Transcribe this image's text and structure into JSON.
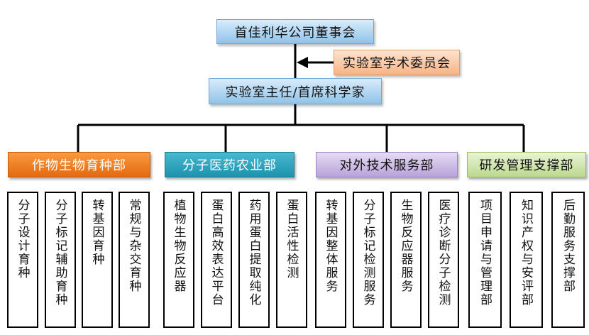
{
  "board": "首佳利华公司董事会",
  "committee": "实验室学术委员会",
  "director": "实验室主任/首席科学家",
  "departments": [
    {
      "name": "作物生物育种部",
      "color": "#f07e1e",
      "units": [
        "分子设计育种",
        "分子标记辅助育种",
        "转基因育种",
        "常规与杂交育种"
      ]
    },
    {
      "name": "分子医药农业部",
      "color": "#2aa4bf",
      "units": [
        "植物生物反应器",
        "蛋白高效表达平台",
        "药用蛋白提取纯化",
        "蛋白活性检测"
      ]
    },
    {
      "name": "对外技术服务部",
      "color": "#cdbde6",
      "units": [
        "转基因整体服务",
        "分子标记检测服务",
        "生物反应器服务",
        "医疗诊断分子检测"
      ]
    },
    {
      "name": "研发管理支撑部",
      "color": "#d3e8b2",
      "units": [
        "项目申请与管理部",
        "知识产权与安评部",
        "后勤服务支撑部"
      ]
    }
  ]
}
